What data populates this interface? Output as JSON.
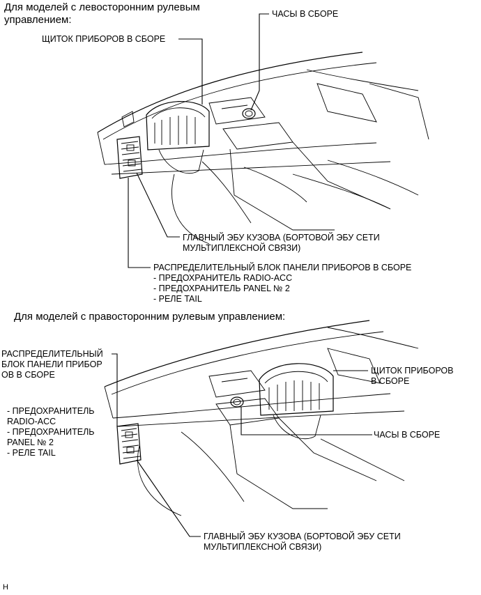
{
  "lhd": {
    "heading": "Для моделей с левосторонним рулевым\nуправлением:",
    "labels": {
      "meter": "ЩИТОК ПРИБОРОВ В СБОРЕ",
      "clock": "ЧАСЫ В СБОРЕ",
      "ecu": "ГЛАВНЫЙ ЭБУ КУЗОВА (БОРТОВОЙ ЭБУ СЕТИ\nМУЛЬТИПЛЕКСНОЙ СВЯЗИ)",
      "junction_block": "РАСПРЕДЕЛИТЕЛЬНЫЙ БЛОК ПАНЕЛИ ПРИБОРОВ В СБОРЕ\n- ПРЕДОХРАНИТЕЛЬ RADIO-ACC\n- ПРЕДОХРАНИТЕЛЬ PANEL № 2\n- РЕЛЕ TAIL"
    }
  },
  "rhd": {
    "heading": "Для моделей с правосторонним рулевым управлением:",
    "labels": {
      "junction_block": "РАСПРЕДЕЛИТЕЛЬНЫЙ\nБЛОК ПАНЕЛИ ПРИБОР\nОВ В СБОРЕ",
      "parts": "- ПРЕДОХРАНИТЕЛЬ\nRADIO-ACC\n- ПРЕДОХРАНИТЕЛЬ\nPANEL № 2\n- РЕЛЕ TAIL",
      "meter": "ЩИТОК ПРИБОРОВ\nВ СБОРЕ",
      "clock": "ЧАСЫ В СБОРЕ",
      "ecu": "ГЛАВНЫЙ ЭБУ КУЗОВА (БОРТОВОЙ ЭБУ СЕТИ\nМУЛЬТИПЛЕКСНОЙ СВЯЗИ)"
    }
  },
  "footer": {
    "mark": "H"
  }
}
